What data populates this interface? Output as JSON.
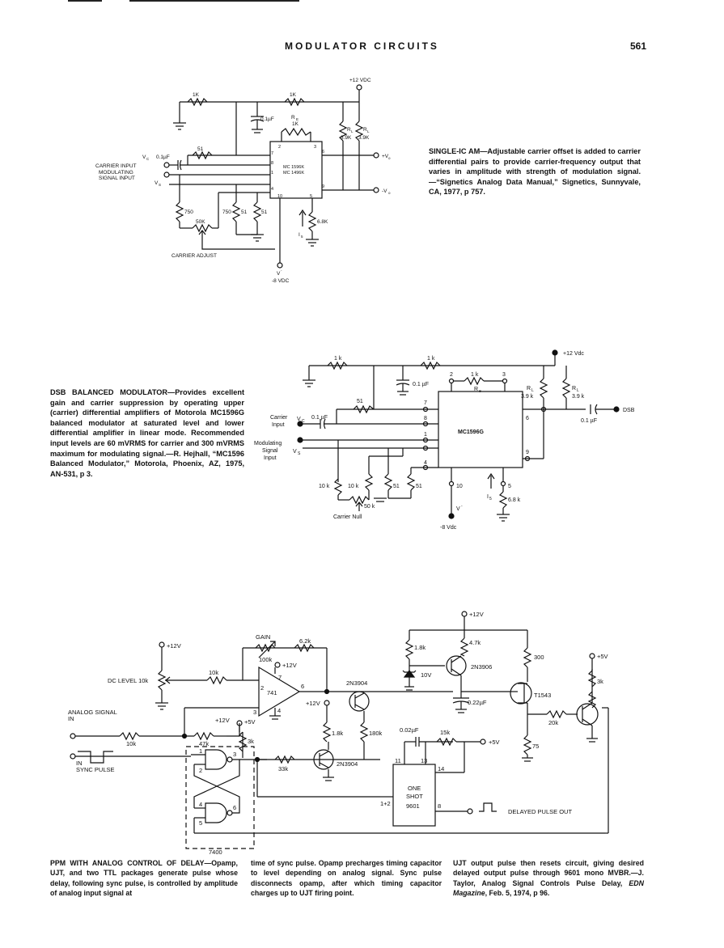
{
  "header": {
    "title": "MODULATOR CIRCUITS",
    "page_number": "561"
  },
  "circuit1": {
    "labels": {
      "vplus": "+12 VDC",
      "r1k_a": "1K",
      "r1k_b": "1K",
      "cap01": "0.1µF",
      "re": "R",
      "re_sub": "E",
      "re_val": "1K",
      "rl1": "R",
      "rl1_sub": "L",
      "rl1_val": "3.9K",
      "rl2": "R",
      "rl2_sub": "L",
      "rl2_val": "3.9K",
      "r51": "51",
      "vc": "V",
      "vc_sub": "C",
      "cap_in": "0.1µF",
      "carrier_input": "CARRIER INPUT",
      "mod_signal": "MODULATING",
      "mod_signal2": "SIGNAL INPUT",
      "vs": "V",
      "vs_sub": "S",
      "ic1": "MC 1596K",
      "ic2": "MC 1496K",
      "pin2": "2",
      "pin3": "3",
      "pin7": "7",
      "pin8": "8",
      "pin1": "1",
      "pin4": "4",
      "pin10": "10",
      "pin5": "5",
      "pin6": "6",
      "pin9": "9",
      "vo_plus": "+V",
      "vo_plus_sub": "o",
      "vo_minus": "-V",
      "vo_minus_sub": "o",
      "r750a": "750",
      "r750b": "750",
      "r51b": "51",
      "r51c": "51",
      "r50k": "50K",
      "r68k": "6.8K",
      "i5": "I",
      "i5_sub": "5",
      "carrier_adjust": "CARRIER ADJUST",
      "vminus": "V",
      "vminus_sup": "-",
      "vneg": "-8 VDC"
    },
    "caption_title": "SINGLE-IC AM—",
    "caption_body": "Adjustable carrier offset is added to carrier differential pairs to provide carrier-frequency output that varies in amplitude with strength of modulation signal.—“Signetics Analog Data Manual,” Signetics, Sunnyvale, CA, 1977, p 757."
  },
  "circuit2": {
    "labels": {
      "vplus": "+12 Vdc",
      "r1k_a": "1 k",
      "r1k_b": "1 k",
      "cap01": "0.1 µF",
      "r51": "51",
      "carrier_input": "Carrier",
      "carrier_input2": "Input",
      "vc": "V",
      "vc_sub": "C",
      "cap_in": "0.1 µF",
      "mod_signal": "Modulating",
      "mod_signal2": "Signal",
      "mod_signal3": "Input",
      "vs": "V",
      "vs_sub": "S",
      "pin2": "2",
      "r1k_e": "1 k",
      "pin3": "3",
      "re": "R",
      "re_sub": "e",
      "pin7": "7",
      "pin8": "8",
      "pin1": "1",
      "pin4": "4",
      "ic": "MC1596G",
      "pin6": "6",
      "pin9": "9",
      "rl1": "R",
      "rl1_sub": "L",
      "rl1_val": "3.9 k",
      "rl2": "R",
      "rl2_sub": "L",
      "rl2_val": "3.9 k",
      "cap_out": "0.1 µF",
      "dsb": "DSB",
      "r10k_a": "10 k",
      "r10k_b": "10 k",
      "r51b": "51",
      "r51c": "51",
      "r50k": "50 k",
      "carrier_null": "Carrier Null",
      "pin10": "10",
      "i5": "I",
      "i5_sub": "5",
      "pin5": "5",
      "r68k": "6.8 k",
      "vminus": "V",
      "vminus_sup": "-",
      "vneg": "-8 Vdc"
    },
    "caption_title": "DSB BALANCED MODULATOR—",
    "caption_body": "Provides excellent gain and carrier suppression by operating upper (carrier) differential amplifiers of Motorola MC1596G balanced modulator at saturated level and lower differential amplifier in linear mode. Recommended input levels are 60 mVRMS for carrier and 300 mVRMS maximum for modulating signal.—R. Hejhall, “MC1596 Balanced Modulator,” Motorola, Phoenix, AZ, 1975, AN-531, p 3."
  },
  "circuit3": {
    "labels": {
      "v12_top": "+12V",
      "v12_left": "+12V",
      "gain": "GAIN",
      "r62k": "6.2k",
      "r100k": "100k",
      "v12_op": "+12V",
      "dc_level": "DC LEVEL 10k",
      "r10k": "10k",
      "pin7": "7",
      "pin2": "2",
      "opamp": "741",
      "pin6": "6",
      "pin3": "3",
      "pin4": "4",
      "analog_signal": "ANALOG SIGNAL",
      "in": "IN",
      "r10k_b": "10k",
      "r47k": "47k",
      "v12_mid": "+12V",
      "v5_a": "+5V",
      "r3k": "3k",
      "sync_in": "IN",
      "sync_pulse": "SYNC PULSE",
      "g_pin1": "1",
      "g_pin2": "2",
      "g_pin3": "3",
      "g_pin4": "4",
      "g_pin5": "5",
      "g_pin6": "6",
      "chip7400": "7400",
      "r33k": "33k",
      "q_2n3904_a": "2N3904",
      "v12_q": "+12V",
      "r18k_a": "1.8k",
      "r180k": "180k",
      "q_2n3904_b": "2N3904",
      "r18k_b": "1.8k",
      "zener": "10V",
      "r47k_b": "4.7k",
      "q_2n3906": "2N3906",
      "r300": "300",
      "cap022": "0.22µF",
      "ujt": "T1543",
      "r75": "75",
      "cap002": "0.02µF",
      "r15k": "15k",
      "v5_b": "+5V",
      "os_11": "11",
      "os_13": "13",
      "os_14": "14",
      "os_12": "1+2",
      "os_8": "8",
      "one": "ONE",
      "shot": "SHOT",
      "os_part": "9601",
      "delayed_out": "DELAYED PULSE OUT",
      "v5_c": "+5V",
      "r3k_b": "3k",
      "r20k": "20k"
    },
    "caption_title": "PPM WITH ANALOG CONTROL OF DELAY—",
    "caption_col1": "Opamp, UJT, and two TTL packages generate pulse whose delay, following sync pulse, is controlled by amplitude of analog input signal at",
    "caption_col2": "time of sync pulse. Opamp precharges timing capacitor to level depending on analog signal. Sync pulse disconnects opamp, after which timing capacitor charges up to UJT firing point.",
    "caption_col3a": "UJT output pulse then resets circuit, giving desired delayed output pulse through 9601 mono MVBR.—J. Taylor, Analog Signal Controls Pulse Delay, ",
    "caption_col3_mag": "EDN Magazine",
    "caption_col3b": ", Feb. 5, 1974, p 96."
  }
}
